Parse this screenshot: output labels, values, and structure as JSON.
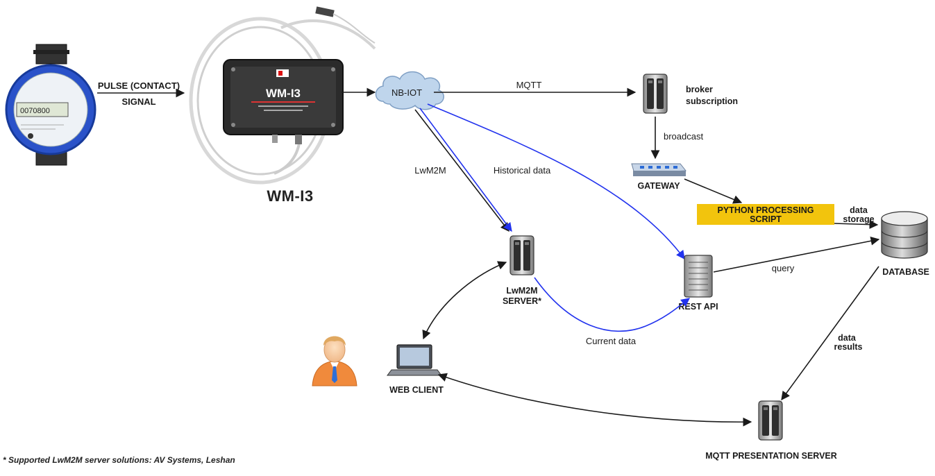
{
  "nodes": {
    "device_title": "WM-I3",
    "device_screen_title": "WM-I3",
    "nb_iot": "NB-IOT",
    "broker": [
      "broker",
      "subscription"
    ],
    "gateway": "GATEWAY",
    "python_script": [
      "PYTHON PROCESSING",
      "SCRIPT"
    ],
    "database": "DATABASE",
    "rest_api": "REST API",
    "lwm2m_server": [
      "LwM2M",
      "SERVER*"
    ],
    "web_client": "WEB CLIENT",
    "mqtt_presentation_server": "MQTT PRESENTATION SERVER",
    "meter_display": "0070800"
  },
  "edges": {
    "pulse": [
      "PULSE (CONTACT)",
      "SIGNAL"
    ],
    "mqtt": "MQTT",
    "broadcast": "broadcast",
    "lwm2m": "LwM2M",
    "historical": "Historical data",
    "data_storage": [
      "data",
      "storage"
    ],
    "query": "query",
    "current": "Current data",
    "data_results": [
      "data",
      "results"
    ]
  },
  "footnote": "* Supported LwM2M server solutions: AV Systems, Leshan",
  "colors": {
    "script_box": "#f2c40d",
    "blue_arrow": "#2233ee",
    "black_arrow": "#1a1a1a",
    "meter_ring": "#2a52c9",
    "cloud": "#bfd5ec",
    "person_shirt": "#f08a3c"
  }
}
